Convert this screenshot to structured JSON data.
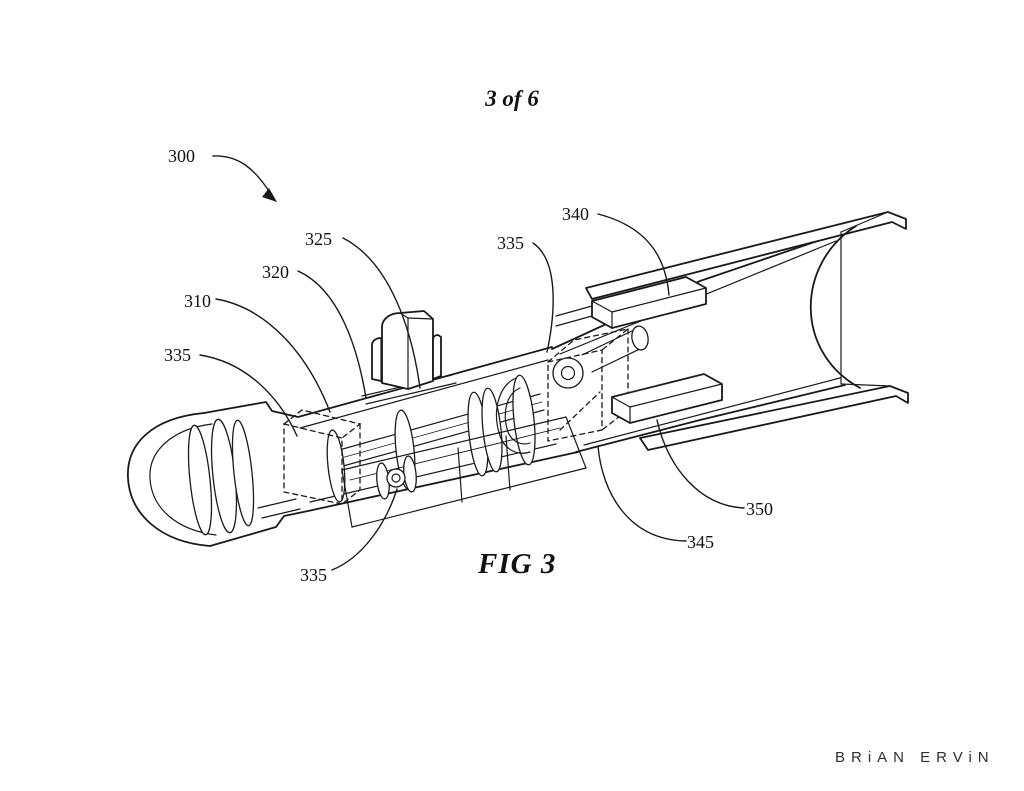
{
  "page": {
    "sheet_index": "3 of 6",
    "signature": "BRiAN ERViN"
  },
  "figure": {
    "caption": "FIG 3",
    "ref_300": "300",
    "ref_310": "310",
    "ref_320": "320",
    "ref_325": "325",
    "ref_335_left": "335",
    "ref_335_top": "335",
    "ref_335_bottom": "335",
    "ref_340": "340",
    "ref_345": "345",
    "ref_350": "350"
  }
}
